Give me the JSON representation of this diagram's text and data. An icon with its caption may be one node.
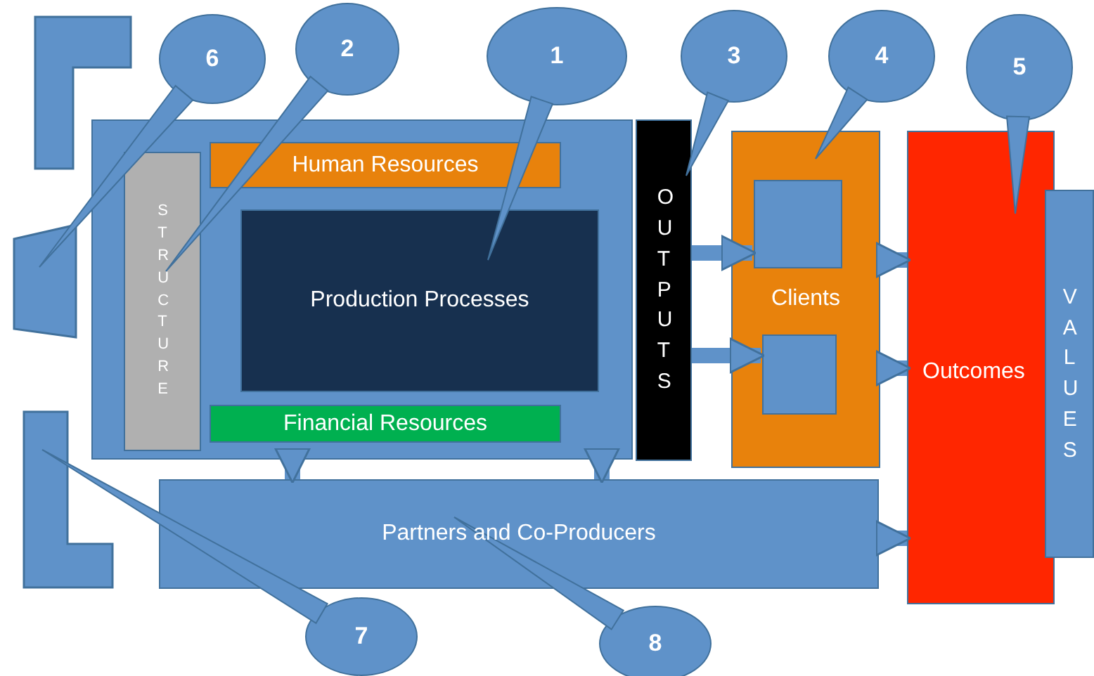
{
  "diagram": {
    "nodes": [
      {
        "text": [],
        "shape": "box"
      },
      {
        "text": [
          "STRUCTURE"
        ],
        "in": 0
      },
      {
        "text": [
          "Human Resources"
        ],
        "in": 0
      },
      {
        "text": [
          "Production Processes"
        ],
        "in": 0
      },
      {
        "text": [
          "Financial Resources"
        ],
        "in": 0
      },
      {
        "text": [
          "OUTPUTS"
        ]
      },
      {
        "text": [
          "Clients"
        ]
      },
      {
        "text": [],
        "shape": "box",
        "in": 6
      },
      {
        "text": [],
        "shape": "box",
        "in": 6
      },
      {
        "text": [
          "Outcomes"
        ]
      },
      {
        "text": [
          "VALUES"
        ]
      },
      {
        "text": [
          "Partners and Co-Producers"
        ]
      },
      {
        "text": [],
        "shape": "bracket"
      },
      {
        "text": [],
        "shape": "trapezoid"
      },
      {
        "text": [],
        "shape": "bracket"
      },
      {
        "text": [
          "1"
        ]
      },
      {
        "text": [
          "2"
        ]
      },
      {
        "text": [
          "3"
        ]
      },
      {
        "text": [
          "4"
        ]
      },
      {
        "text": [
          "5"
        ]
      },
      {
        "text": [
          "6"
        ]
      },
      {
        "text": [
          "7"
        ]
      },
      {
        "text": [
          "8"
        ]
      }
    ],
    "edges": [
      {
        "from": 0,
        "to": 11,
        "arrow": "to"
      },
      {
        "from": 0,
        "to": 11,
        "arrow": "to"
      },
      {
        "from": 5,
        "to": 7,
        "arrow": "to"
      },
      {
        "from": 5,
        "to": 8,
        "arrow": "to"
      },
      {
        "from": 6,
        "to": 9,
        "arrow": "to"
      },
      {
        "from": 6,
        "to": 9,
        "arrow": "to"
      },
      {
        "from": 11,
        "to": 9,
        "arrow": "to"
      },
      {
        "from": 15,
        "to": 3,
        "arrow": "none"
      },
      {
        "from": 16,
        "to": 1,
        "arrow": "none"
      },
      {
        "from": 17,
        "to": 5,
        "arrow": "none"
      },
      {
        "from": 18,
        "to": 6,
        "arrow": "none"
      },
      {
        "from": 19,
        "to": 9,
        "arrow": "none"
      },
      {
        "from": 20,
        "to": 13,
        "arrow": "none"
      },
      {
        "from": 21,
        "to": 14,
        "arrow": "none"
      },
      {
        "from": 22,
        "to": 11,
        "arrow": "none"
      }
    ]
  }
}
